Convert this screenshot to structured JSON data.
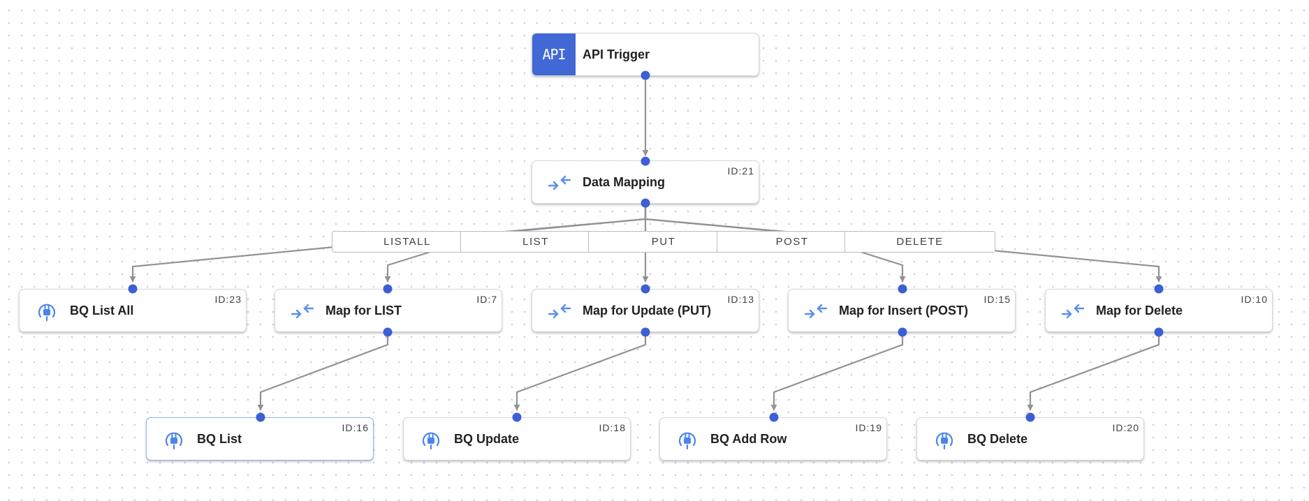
{
  "nodes": {
    "api_trigger": {
      "label": "API Trigger",
      "badge": "API"
    },
    "data_mapping": {
      "label": "Data Mapping",
      "id": "ID:21"
    },
    "bq_list_all": {
      "label": "BQ List All",
      "id": "ID:23"
    },
    "map_for_list": {
      "label": "Map for LIST",
      "id": "ID:7"
    },
    "map_for_update": {
      "label": "Map for Update (PUT)",
      "id": "ID:13"
    },
    "map_for_insert": {
      "label": "Map for Insert (POST)",
      "id": "ID:15"
    },
    "map_for_delete": {
      "label": "Map for Delete",
      "id": "ID:10"
    },
    "bq_list": {
      "label": "BQ List",
      "id": "ID:16"
    },
    "bq_update": {
      "label": "BQ Update",
      "id": "ID:18"
    },
    "bq_add_row": {
      "label": "BQ Add Row",
      "id": "ID:19"
    },
    "bq_delete": {
      "label": "BQ Delete",
      "id": "ID:20"
    }
  },
  "edge_labels": {
    "listall": "LISTALL",
    "list": "LIST",
    "put": "PUT",
    "post": "POST",
    "delete": "DELETE"
  },
  "icons": {
    "trigger": "api-block-icon",
    "mapping": "data-mapping-icon",
    "connector": "connector-plug-icon"
  },
  "colors": {
    "accent": "#3d5fd4",
    "trigger_block": "#4268d6",
    "mapping_icon": "#5b8def",
    "connector_icon": "#4a86e8",
    "edge": "#8f9296",
    "selected_border": "#8ab4f8"
  }
}
